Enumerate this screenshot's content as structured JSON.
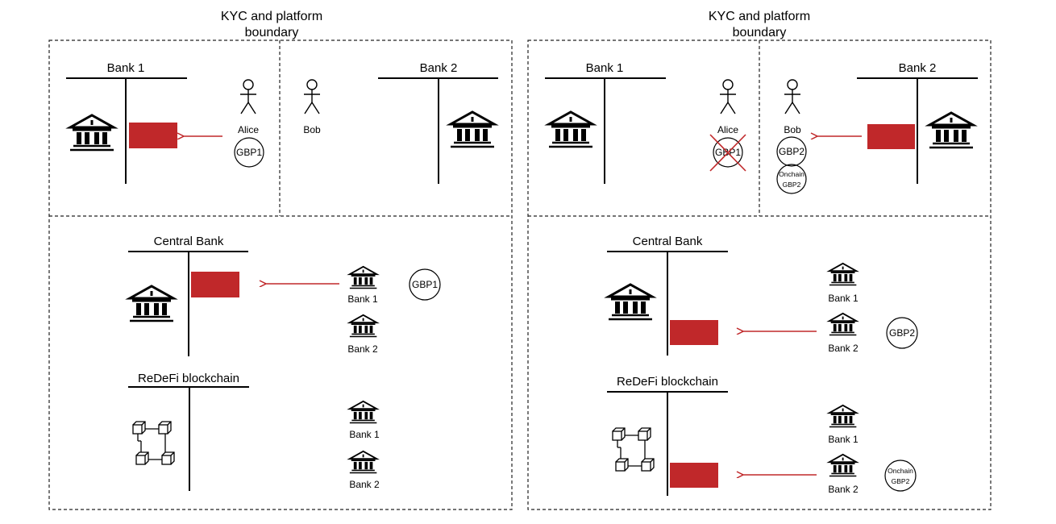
{
  "colors": {
    "account": "#c0282a",
    "arrow": "#c0282a",
    "cross": "#c0282a",
    "line": "#000000",
    "frame": "#222222"
  },
  "icons": {
    "bank": "bank-building-icon",
    "person": "stick-figure-person-icon",
    "blockchain": "linked-cubes-blockchain-icon",
    "coin": "circle-token-icon"
  },
  "left": {
    "boundary_title_line1": "KYC and platform",
    "boundary_title_line2": "boundary",
    "bank1_label": "Bank 1",
    "bank2_label": "Bank 2",
    "alice_label": "Alice",
    "bob_label": "Bob",
    "alice_token": "GBP1",
    "central_bank_label": "Central Bank",
    "cb_bank1_label": "Bank 1",
    "cb_bank2_label": "Bank 2",
    "cb_token": "GBP1",
    "chain_label": "ReDeFi blockchain",
    "chain_bank1_label": "Bank 1",
    "chain_bank2_label": "Bank 2"
  },
  "right": {
    "boundary_title_line1": "KYC and platform",
    "boundary_title_line2": "boundary",
    "bank1_label": "Bank 1",
    "bank2_label": "Bank 2",
    "alice_label": "Alice",
    "bob_label": "Bob",
    "alice_token_crossed": "GBP1",
    "bob_token": "GBP2",
    "bob_onchain_line1": "Onchain",
    "bob_onchain_line2": "GBP2",
    "central_bank_label": "Central Bank",
    "cb_bank1_label": "Bank 1",
    "cb_bank2_label": "Bank 2",
    "cb_token": "GBP2",
    "chain_label": "ReDeFi blockchain",
    "chain_bank1_label": "Bank 1",
    "chain_bank2_label": "Bank 2",
    "chain_onchain_line1": "Onchain",
    "chain_onchain_line2": "GBP2"
  }
}
